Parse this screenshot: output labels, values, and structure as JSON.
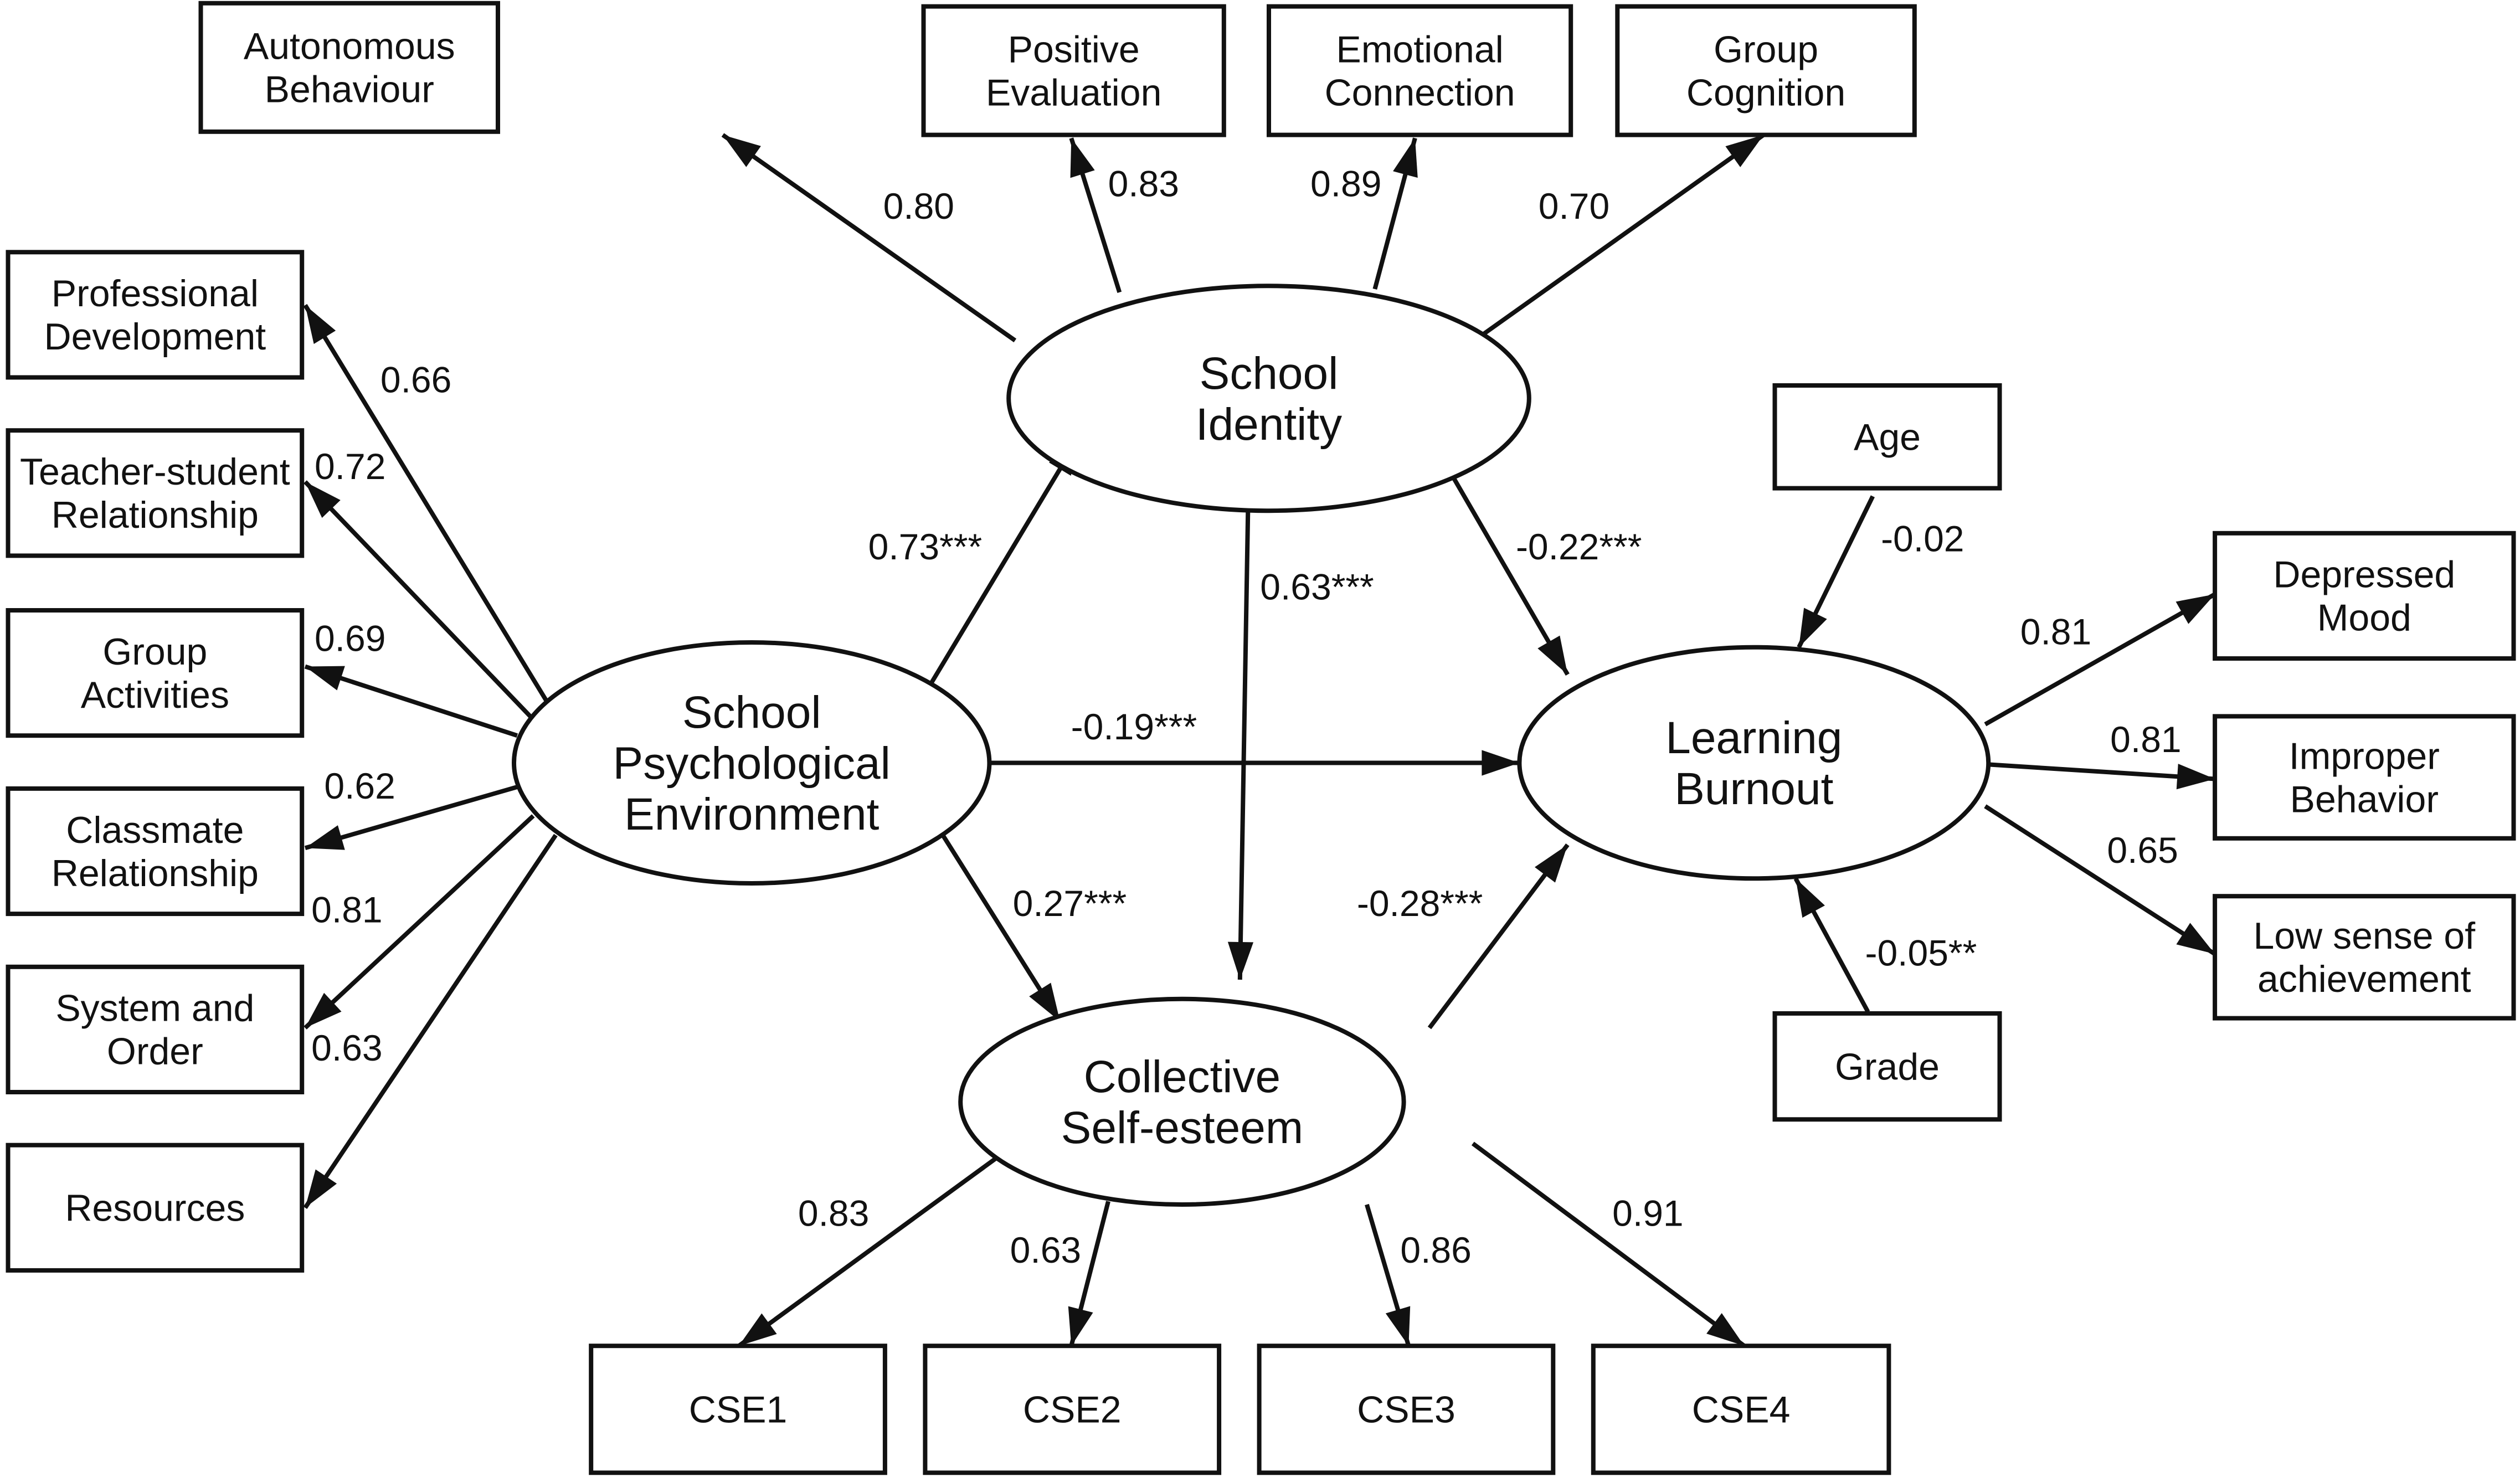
{
  "latent": {
    "school_identity": [
      "School",
      "Identity"
    ],
    "spe": [
      "School",
      "Psychological",
      "Environment"
    ],
    "burnout": [
      "Learning",
      "Burnout"
    ],
    "cse": [
      "Collective",
      "Self-esteem"
    ]
  },
  "indicators": {
    "autonomous": [
      "Autonomous",
      "Behaviour"
    ],
    "positive": [
      "Positive",
      "Evaluation"
    ],
    "emotional": [
      "Emotional",
      "Connection"
    ],
    "group_cognition": [
      "Group",
      "Cognition"
    ],
    "professional": [
      "Professional",
      "Development"
    ],
    "teacher_student": [
      "Teacher-student",
      "Relationship"
    ],
    "group_activities": [
      "Group",
      "Activities"
    ],
    "classmate": [
      "Classmate",
      "Relationship"
    ],
    "system_order": [
      "System and",
      "Order"
    ],
    "resources": [
      "Resources"
    ],
    "age": [
      "Age"
    ],
    "grade": [
      "Grade"
    ],
    "depressed": [
      "Depressed",
      "Mood"
    ],
    "improper": [
      "Improper",
      "Behavior"
    ],
    "low_sense": [
      "Low sense of",
      "achievement"
    ],
    "cse1": [
      "CSE1"
    ],
    "cse2": [
      "CSE2"
    ],
    "cse3": [
      "CSE3"
    ],
    "cse4": [
      "CSE4"
    ]
  },
  "coefficients": {
    "si_autonomous": "0.80",
    "si_positive": "0.83",
    "si_emotional": "0.89",
    "si_group_cognition": "0.70",
    "spe_professional": "0.66",
    "spe_teacher_student": "0.72",
    "spe_group_activities": "0.69",
    "spe_classmate": "0.62",
    "spe_system_order": "0.81",
    "spe_resources": "0.63",
    "spe_si": "0.73***",
    "si_cse": "0.63***",
    "si_burnout": "-0.22***",
    "spe_burnout": "-0.19***",
    "spe_cse": "0.27***",
    "cse_burnout": "-0.28***",
    "age_burnout": "-0.02",
    "grade_burnout": "-0.05**",
    "burnout_depressed": "0.81",
    "burnout_improper": "0.81",
    "burnout_low_sense": "0.65",
    "cse_cse1": "0.83",
    "cse_cse2": "0.63",
    "cse_cse3": "0.86",
    "cse_cse4": "0.91"
  }
}
